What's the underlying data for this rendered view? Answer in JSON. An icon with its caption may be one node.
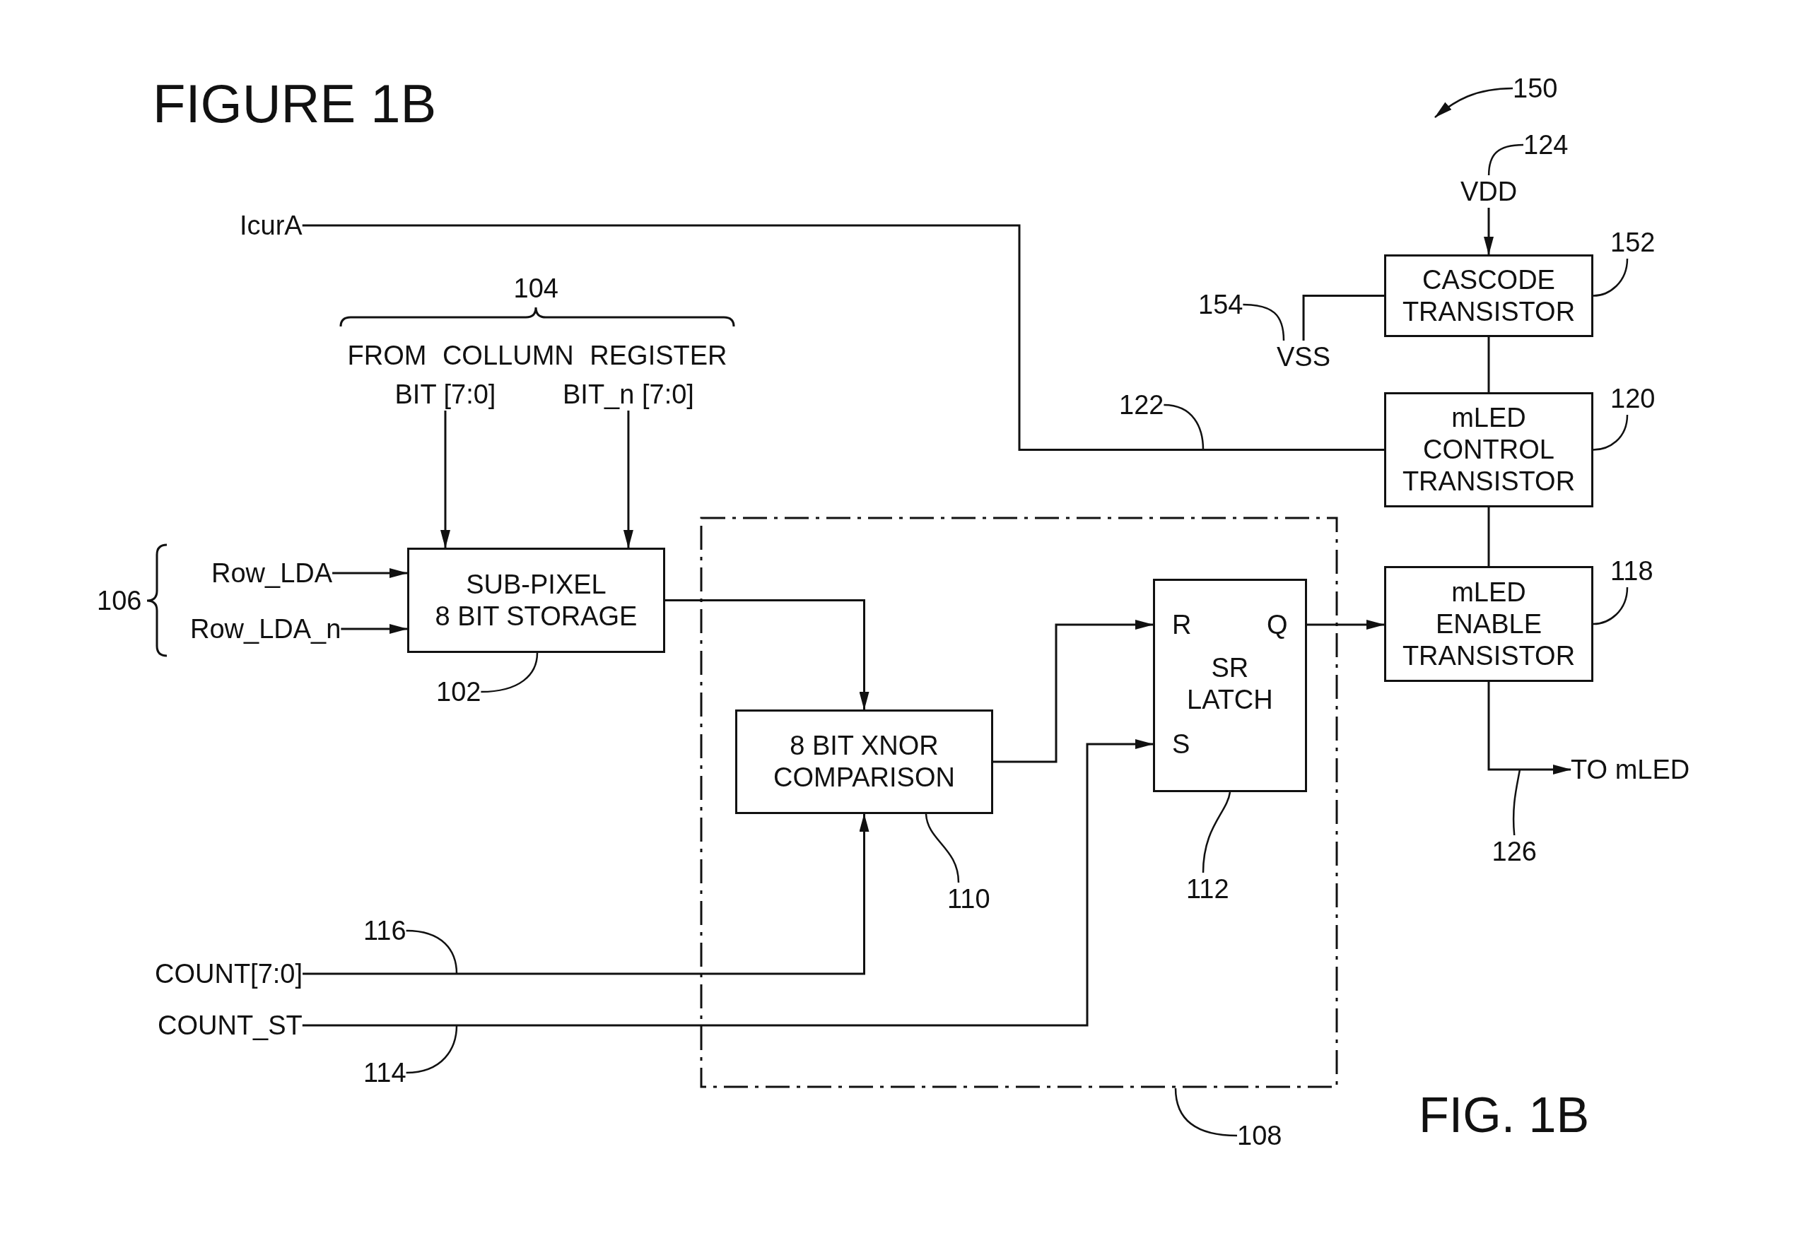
{
  "diagram": {
    "title": "FIGURE 1B",
    "caption": "FIG. 1B",
    "nodes": [
      {
        "text": [
          "150"
        ]
      },
      {
        "text": [
          "124"
        ]
      },
      {
        "text": [
          "VDD"
        ]
      },
      {
        "text": [
          "IcurA"
        ]
      },
      {
        "text": [
          "152"
        ]
      },
      {
        "text": [
          "CASCODE TRANSISTOR"
        ]
      },
      {
        "text": [
          "154"
        ]
      },
      {
        "text": [
          "VSS"
        ]
      },
      {
        "text": [
          "BIT [7:0]"
        ]
      },
      {
        "text": [
          "BIT_n [7:0]"
        ]
      },
      {
        "text": [
          "122"
        ]
      },
      {
        "text": [
          "120"
        ]
      },
      {
        "text": [
          "mLED CONTROL TRANSISTOR"
        ]
      },
      {
        "text": [],
        "shape": "box"
      },
      {
        "text": [
          "118"
        ]
      },
      {
        "text": [
          "Row_LDA"
        ]
      },
      {
        "text": [
          "Row_LDA_n"
        ]
      },
      {
        "text": [
          "SUB-PIXEL 8 BIT STORAGE"
        ]
      },
      {
        "text": [
          "R",
          "Q",
          "SR LATCH",
          "S"
        ],
        "in": 13
      },
      {
        "text": [
          "mLED ENABLE TRANSISTOR"
        ]
      },
      {
        "text": [
          "102"
        ]
      },
      {
        "text": [
          "8 BIT XNOR COMPARISON"
        ],
        "in": 13
      },
      {
        "text": [
          "TO mLED"
        ]
      },
      {
        "text": [
          "126"
        ]
      },
      {
        "text": [
          "110"
        ],
        "in": 13
      },
      {
        "text": [
          "112"
        ],
        "in": 13
      },
      {
        "text": [
          "116"
        ]
      },
      {
        "text": [
          "COUNT[7:0]"
        ]
      },
      {
        "text": [
          "COUNT_ST"
        ]
      },
      {
        "text": [
          "114"
        ]
      },
      {
        "text": [
          "108"
        ]
      }
    ],
    "edges": [
      {
        "from": 3,
        "to": 12,
        "arrow": "none"
      },
      {
        "from": 2,
        "to": 5,
        "arrow": "to"
      },
      {
        "from": 5,
        "to": 7,
        "arrow": "none"
      },
      {
        "from": 5,
        "to": 12,
        "arrow": "none"
      },
      {
        "from": 12,
        "to": 19,
        "arrow": "none"
      },
      {
        "from": 8,
        "to": 17,
        "arrow": "to"
      },
      {
        "from": 9,
        "to": 17,
        "arrow": "to"
      },
      {
        "from": 15,
        "to": 17,
        "arrow": "to"
      },
      {
        "from": 16,
        "to": 17,
        "arrow": "to"
      },
      {
        "from": 17,
        "to": 21,
        "arrow": "to"
      },
      {
        "from": 27,
        "to": 21,
        "arrow": "to"
      },
      {
        "from": 21,
        "to": 18,
        "arrow": "to"
      },
      {
        "from": 28,
        "to": 18,
        "arrow": "to"
      },
      {
        "from": 18,
        "to": 19,
        "arrow": "to"
      },
      {
        "from": 19,
        "to": 22,
        "arrow": "to"
      },
      {
        "from": 0,
        "to": null,
        "arrow": "to"
      },
      {
        "from": 1,
        "to": 2,
        "arrow": "none"
      },
      {
        "from": 4,
        "to": 5,
        "arrow": "none"
      },
      {
        "from": 6,
        "to": 7,
        "arrow": "none"
      },
      {
        "from": 10,
        "to": null,
        "arrow": "none"
      },
      {
        "from": 11,
        "to": 12,
        "arrow": "none"
      },
      {
        "from": 14,
        "to": 19,
        "arrow": "none"
      },
      {
        "from": 20,
        "to": 17,
        "arrow": "none"
      },
      {
        "from": 23,
        "to": null,
        "arrow": "none"
      },
      {
        "from": 24,
        "to": 21,
        "arrow": "none"
      },
      {
        "from": 25,
        "to": 18,
        "arrow": "none"
      },
      {
        "from": 26,
        "to": null,
        "arrow": "none"
      },
      {
        "from": 29,
        "to": null,
        "arrow": "none"
      },
      {
        "from": 30,
        "to": 13,
        "arrow": "none"
      }
    ],
    "labels": [
      "104",
      "FROM COLLUMN REGISTER",
      "106"
    ]
  }
}
